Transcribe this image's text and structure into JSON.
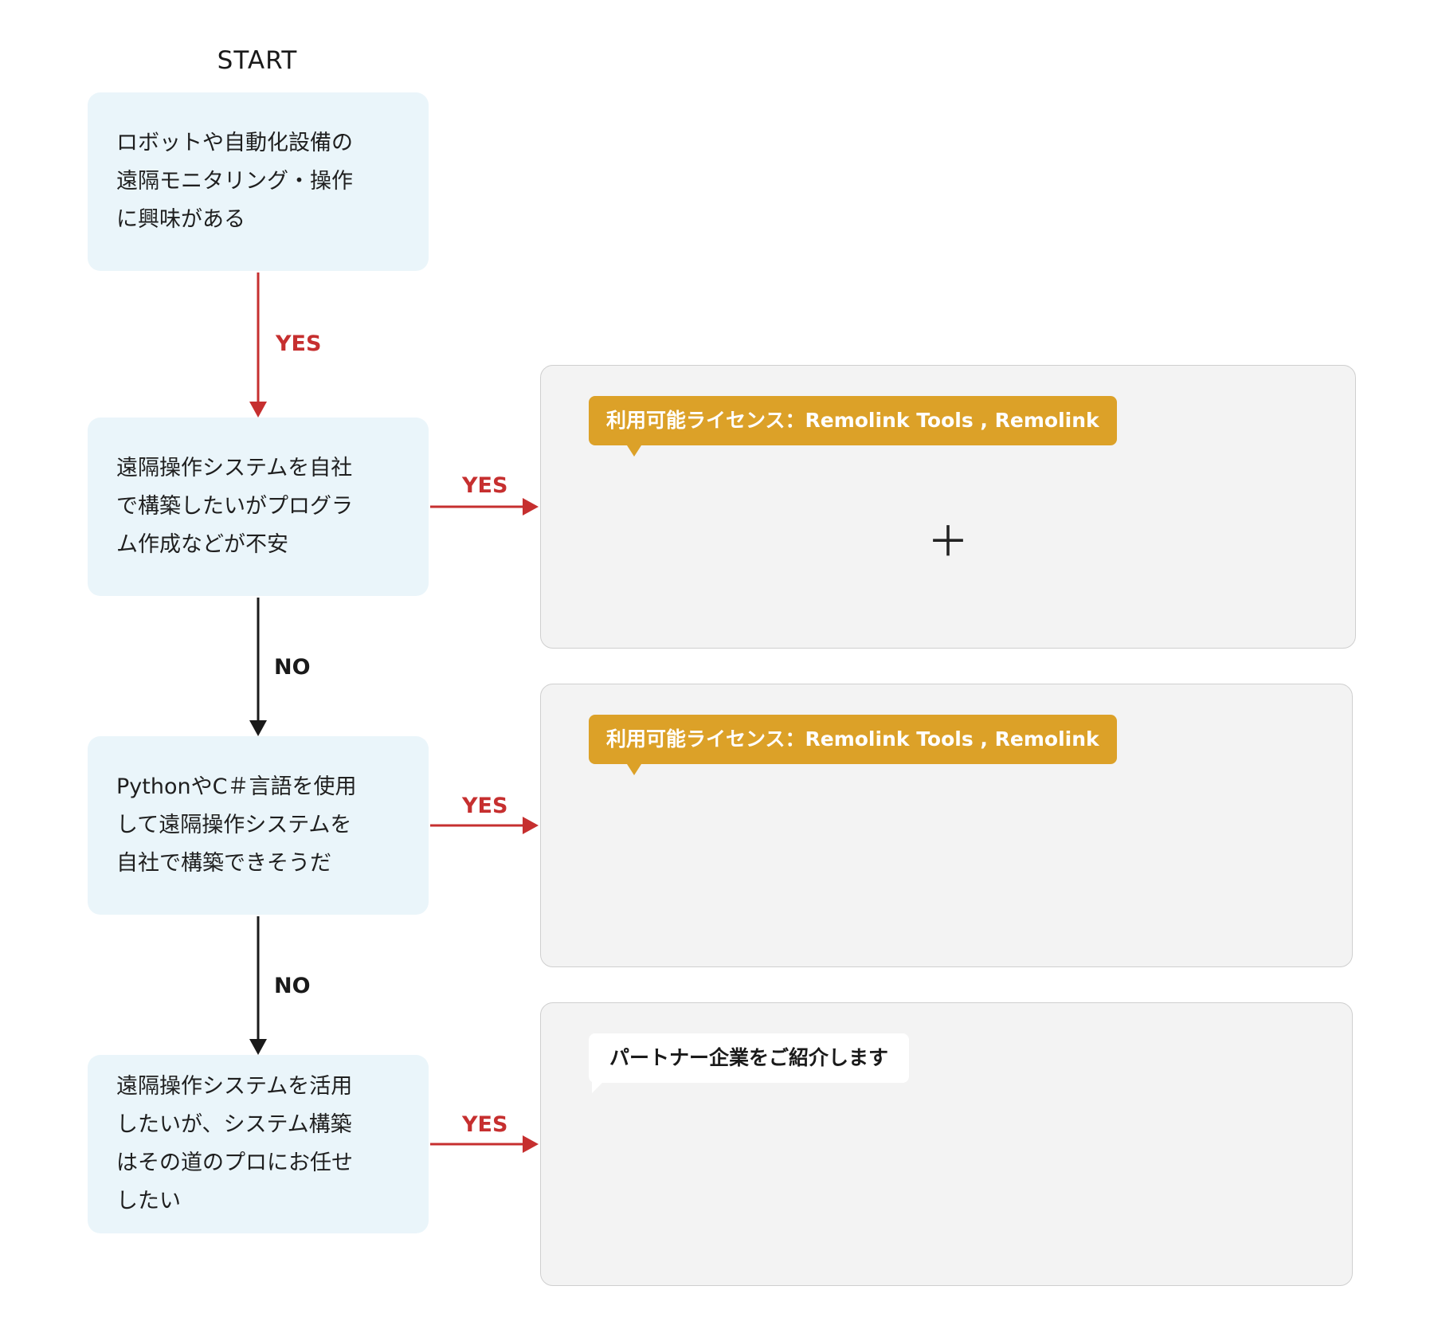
{
  "start_label": "START",
  "questions": [
    {
      "text": "ロボットや自動化設備の\n遠隔モニタリング・操作\nに興味がある"
    },
    {
      "text": "遠隔操作システムを自社\nで構築したいがプログラ\nム作成などが不安"
    },
    {
      "text": "PythonやC＃言語を使用\nして遠隔操作システムを\n自社で構築できそうだ"
    },
    {
      "text": "遠隔操作システムを活用\nしたいが、システム構築\nはその道のプロにお任せ\nしたい"
    }
  ],
  "answers": [
    {
      "badge": "利用可能ライセンス：Remolink Tools , Remolink",
      "symbol": "＋"
    },
    {
      "badge": "利用可能ライセンス：Remolink Tools , Remolink"
    },
    {
      "badge": "パートナー企業をご紹介します"
    }
  ],
  "arrow_labels": {
    "yes": "YES",
    "no": "NO"
  },
  "colors": {
    "yes_arrow": "#c62f2f",
    "no_arrow": "#1a1a1a",
    "question_bg": "#eaf5fa",
    "answer_bg": "#f3f3f3",
    "badge_bg": "#dca128"
  }
}
